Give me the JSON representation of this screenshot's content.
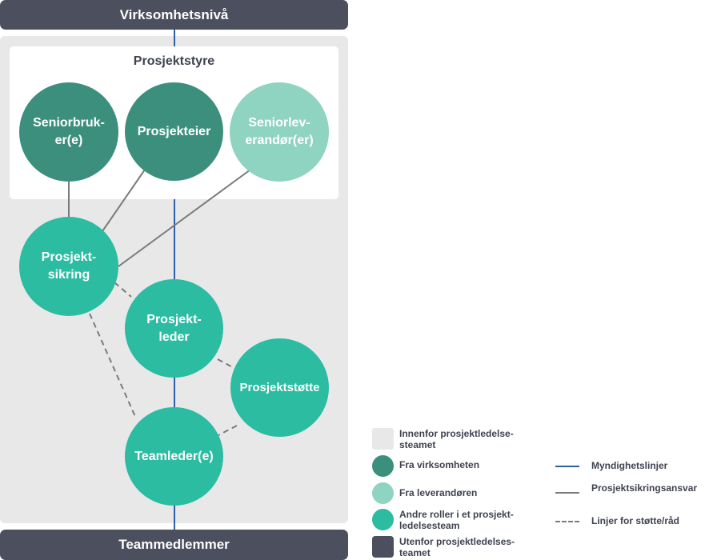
{
  "top_bar": {
    "label": "Virksomhetsnivå"
  },
  "bottom_bar": {
    "label": "Teammedlemmer"
  },
  "board": {
    "title": "Prosjektstyre"
  },
  "roles": {
    "seniorbruker": "Seniorbruk-\ner(e)",
    "prosjekteier": "Prosjekteier",
    "seniorleverandor": "Seniorlev-\nerandør(er)",
    "prosjektsikring": "Prosjekt-\nsikring",
    "prosjektleder": "Prosjekt-\nleder",
    "prosjektstotte": "Prosjektstøtte",
    "teamleder": "Teamleder(e)"
  },
  "legend": {
    "innenfor": "Innenfor prosjektledelse-\nsteamet",
    "virksomheten": "Fra virksomheten",
    "leverandoren": "Fra leverandøren",
    "andre_roller": "Andre roller i et prosjekt-\nledelsesteam",
    "utenfor": "Utenfor prosjektledelses-\nteamet",
    "myndighetslinjer": "Myndighetslinjer",
    "prosjektsikringsansvar": "Prosjektsikringsansvar",
    "stotte_rad": "Linjer for støtte/råd"
  },
  "colors": {
    "dark_bar": "#4c4f5e",
    "area_grey": "#e8e8e8",
    "virksomheten": "#3c8f7d",
    "leverandoren": "#8fd3c1",
    "andre_roller": "#2bbca2",
    "authority_line": "#2e5fa6",
    "assurance_line": "#7a7a7e",
    "support_line": "#7a7a7e"
  }
}
